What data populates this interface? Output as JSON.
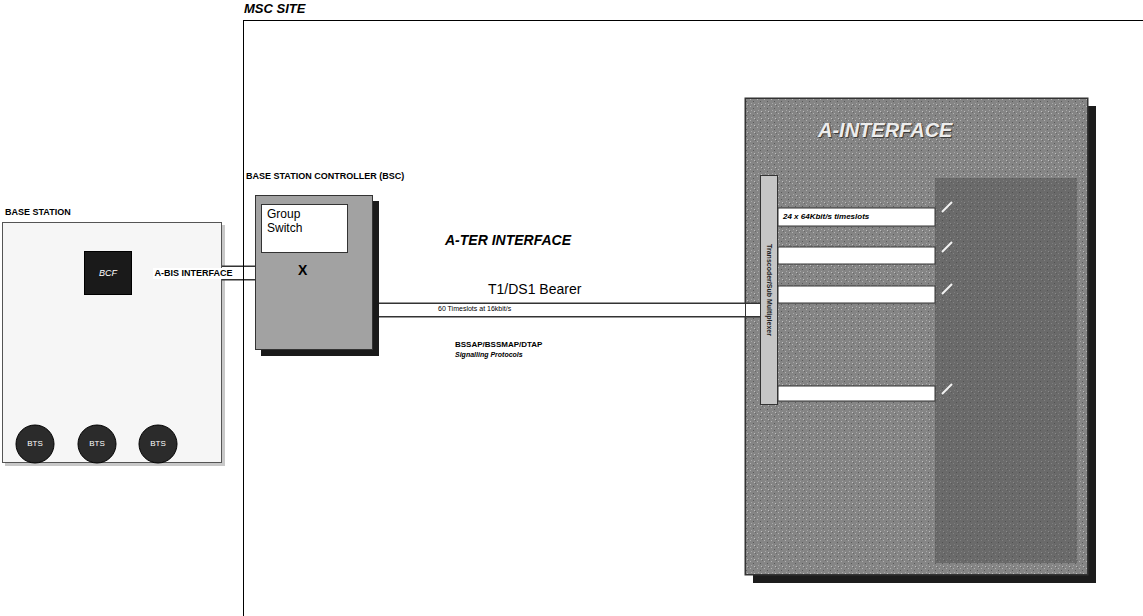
{
  "diagram": {
    "nodes": [
      {
        "text": [
          "MSC SITE"
        ]
      },
      {
        "text": [
          "BASE STATION"
        ]
      },
      {
        "text": [
          "BCF"
        ],
        "in": 1
      },
      {
        "text": [
          "BTS"
        ],
        "in": 1
      },
      {
        "text": [
          "BTS"
        ],
        "in": 1
      },
      {
        "text": [
          "BTS"
        ],
        "in": 1
      },
      {
        "text": [
          "BASE STATION CONTROLLER (BSC)"
        ],
        "in": 0
      },
      {
        "text": [
          "Group Switch"
        ],
        "in": 6
      },
      {
        "text": [
          "A-INTERFACE"
        ],
        "in": 0
      },
      {
        "text": [
          "Transcoder/Sub Multiplexer"
        ],
        "in": 8
      }
    ],
    "edges": [
      {
        "from": 2,
        "to": 3,
        "arrow": "none"
      },
      {
        "from": 2,
        "to": 4,
        "arrow": "none"
      },
      {
        "from": 2,
        "to": 5,
        "arrow": "none"
      },
      {
        "from": 2,
        "to": 6,
        "label": "A-BIS INTERFACE",
        "arrow": "none"
      },
      {
        "from": 6,
        "to": 9,
        "arrow": "none"
      }
    ],
    "labels": [
      "X",
      "A-TER INTERFACE",
      "T1/DS1 Bearer",
      "60 Timeslots at 16kbit/s",
      "BSSAP/BSSMAP/DTAP",
      "Signalling Protocols",
      "24 x 64Kbit/s timeslots"
    ]
  }
}
